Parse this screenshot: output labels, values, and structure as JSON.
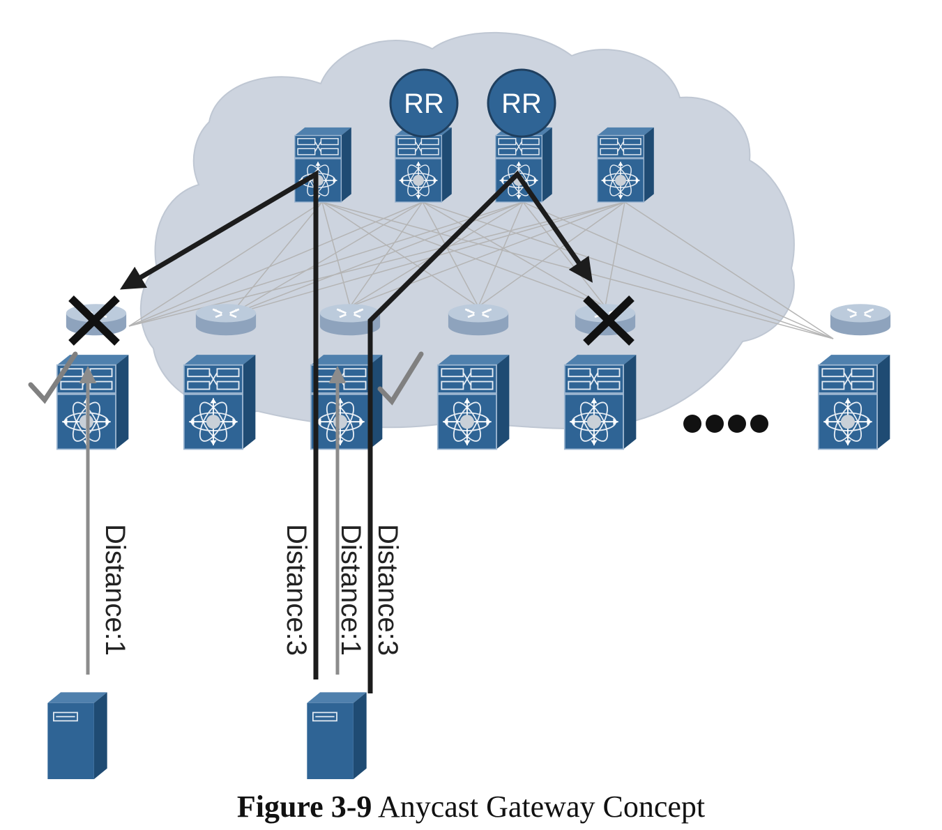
{
  "caption": {
    "figure_number": "Figure 3-9",
    "title": "Anycast Gateway Concept"
  },
  "spines": [
    {
      "id": "spine-1",
      "route_reflector": false,
      "rr_label": ""
    },
    {
      "id": "spine-2",
      "route_reflector": true,
      "rr_label": "RR"
    },
    {
      "id": "spine-3",
      "route_reflector": true,
      "rr_label": "RR"
    },
    {
      "id": "spine-4",
      "route_reflector": false,
      "rr_label": ""
    }
  ],
  "leaves": [
    {
      "id": "leaf-1",
      "state": "blocked-and-selected"
    },
    {
      "id": "leaf-2",
      "state": "normal"
    },
    {
      "id": "leaf-3",
      "state": "selected"
    },
    {
      "id": "leaf-4",
      "state": "normal"
    },
    {
      "id": "leaf-5",
      "state": "blocked"
    },
    {
      "id": "leaf-6",
      "state": "normal"
    }
  ],
  "paths": [
    {
      "id": "path-host1-distance1",
      "label": "Distance:1"
    },
    {
      "id": "path-host2-spine1-distance3",
      "label": "Distance:3"
    },
    {
      "id": "path-host2-distance1",
      "label": "Distance:1"
    },
    {
      "id": "path-host2-spine3-distance3",
      "label": "Distance:3"
    }
  ],
  "hosts": [
    {
      "id": "host-1"
    },
    {
      "id": "host-2"
    }
  ],
  "icons": [
    "cloud-icon",
    "nexus-switch-icon",
    "router-icon",
    "server-icon",
    "x-mark-icon",
    "check-mark-icon",
    "ellipsis-icon"
  ],
  "colors": {
    "device_blue": "#2f6495",
    "device_dark": "#1f4b73",
    "device_light": "#4f80ad",
    "cloud_fill": "#cdd4df",
    "dark_path": "#1c1c1c",
    "gray_path": "#8c8c8c",
    "mesh_line": "#b4b4b4",
    "check_gray": "#808080"
  }
}
